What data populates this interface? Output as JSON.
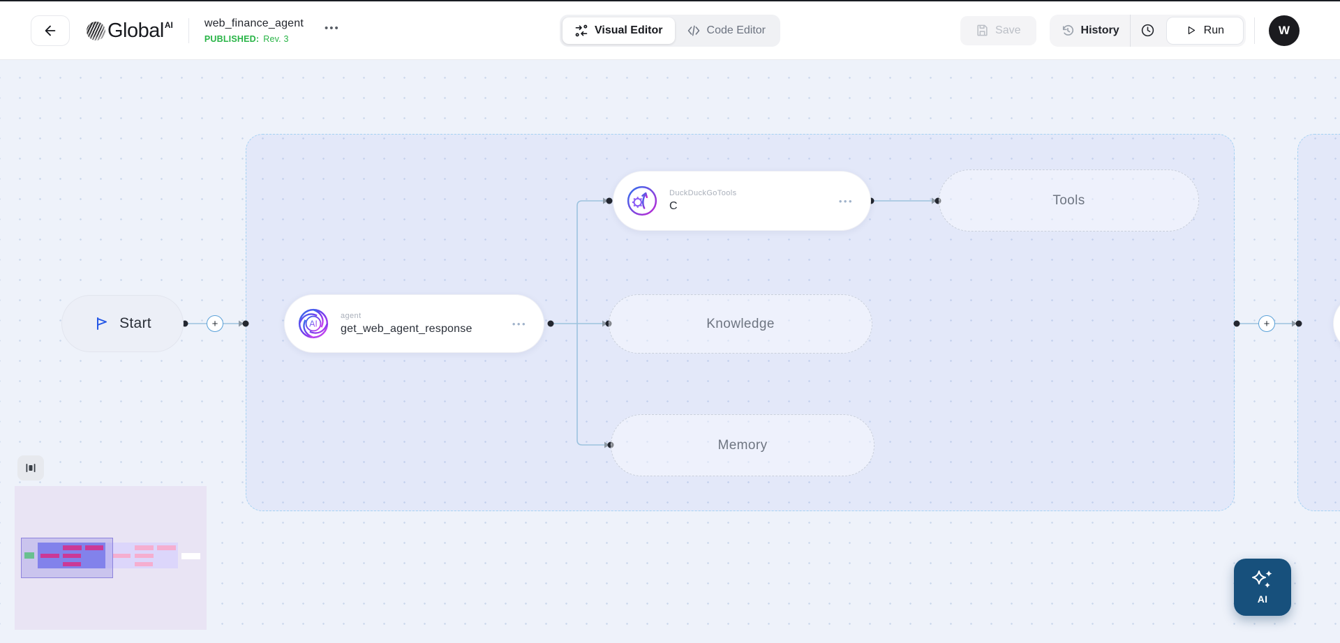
{
  "header": {
    "brand": {
      "name": "Global",
      "sup": "AI"
    },
    "doc": {
      "title": "web_finance_agent",
      "status": "PUBLISHED:",
      "revision": "Rev. 3"
    },
    "overflow_menu": "•••",
    "tabs": {
      "visual": "Visual Editor",
      "code": "Code Editor"
    },
    "actions": {
      "save": "Save",
      "history": "History",
      "run": "Run"
    },
    "avatar_initial": "W"
  },
  "canvas": {
    "nodes": {
      "start": {
        "label": "Start"
      },
      "agent": {
        "type": "agent",
        "name": "get_web_agent_response"
      },
      "duckduckgo": {
        "type": "DuckDuckGoTools",
        "name": "C"
      },
      "tools": {
        "label": "Tools"
      },
      "knowledge": {
        "label": "Knowledge"
      },
      "memory": {
        "label": "Memory"
      }
    },
    "node_menu": "•••",
    "ai_assistant": {
      "label": "AI"
    }
  },
  "colors": {
    "published_green": "#28b446",
    "accent_blue": "#2457e6",
    "edge_line": "#9cc2de",
    "container_border": "#a5d2f3",
    "ai_button_bg": "#17507c",
    "avatar_bg": "#1b1b1f",
    "minimap": {
      "background": "#e9e4f4",
      "viewport": "#8d83dd",
      "container": "#8286ef",
      "container_faded": "#dcd6fb",
      "node": "#ea1e78",
      "node_faded": "#f5aed0",
      "start_node": "#5ede6e",
      "end_node": "#ffffff"
    }
  }
}
